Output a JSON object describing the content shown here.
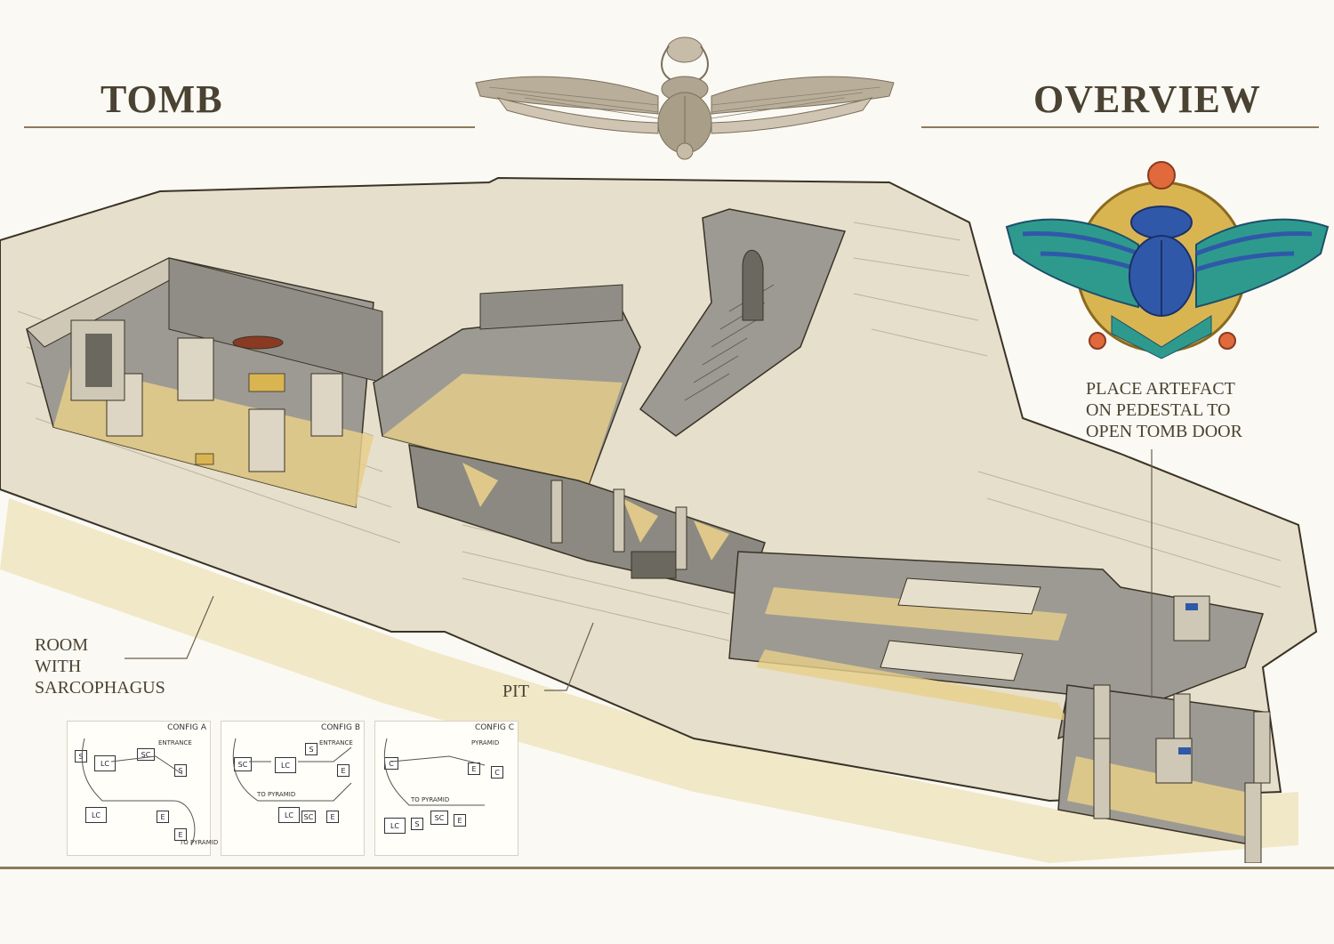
{
  "header": {
    "left_title": "TOMB",
    "right_title": "OVERVIEW"
  },
  "annotations": {
    "artefact": "PLACE ARTEFACT\nON PEDESTAL TO\nOPEN TOMB DOOR",
    "room": "ROOM\nWITH\nSARCOPHAGUS",
    "pit": "PIT"
  },
  "sketches": [
    {
      "config": "CONFIG A",
      "boxes": [
        "LC",
        "LC",
        "SC",
        "S",
        "S",
        "E",
        "E"
      ],
      "notes": [
        "ENTRANCE",
        "TO PYRAMID"
      ]
    },
    {
      "config": "CONFIG B",
      "boxes": [
        "SC",
        "LC",
        "LC",
        "SC",
        "E",
        "E",
        "S"
      ],
      "notes": [
        "ENTRANCE",
        "TO PYRAMID"
      ]
    },
    {
      "config": "CONFIG C",
      "boxes": [
        "C",
        "LC",
        "S",
        "SC",
        "E",
        "E",
        "C"
      ],
      "notes": [
        "PYRAMID",
        "TO PYRAMID"
      ]
    }
  ],
  "colors": {
    "sand": "#e8cf8a",
    "stone": "#e6dfcc",
    "floor": "#9c9a93",
    "ink": "#4a4232",
    "lapis": "#2f59a8",
    "turquoise": "#2e9a8e",
    "gold": "#d9b552",
    "carnelian": "#e06a3b"
  },
  "icons": [
    "winged-scarab-emblem",
    "colored-winged-scarab-icon"
  ]
}
